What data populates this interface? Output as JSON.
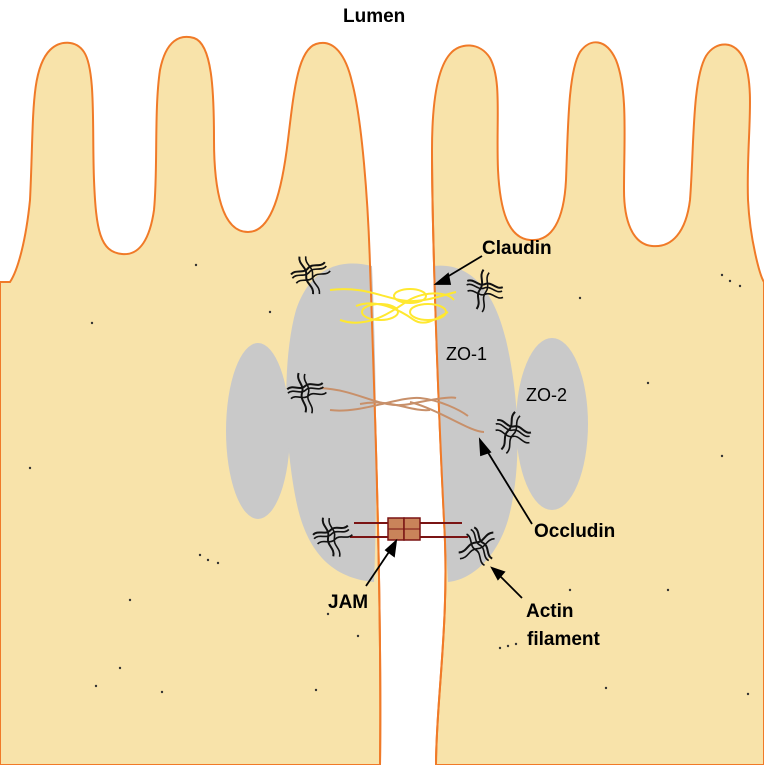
{
  "labels": {
    "lumen": "Lumen",
    "claudin": "Claudin",
    "zo1": "ZO-1",
    "zo2": "ZO-2",
    "occludin": "Occludin",
    "jam": "JAM",
    "actin_line1": "Actin",
    "actin_line2": "filament"
  },
  "colors": {
    "cytoplasm": "#f8e3aa",
    "membrane": "#f07a28",
    "zo_protein": "#c9c9c9",
    "claudin": "#ffe830",
    "occludin": "#c8906a",
    "jam_block": "#c9845a",
    "jam_line": "#7a1414",
    "actin": "#111111"
  },
  "icons": [
    "actin-filament-icon"
  ]
}
